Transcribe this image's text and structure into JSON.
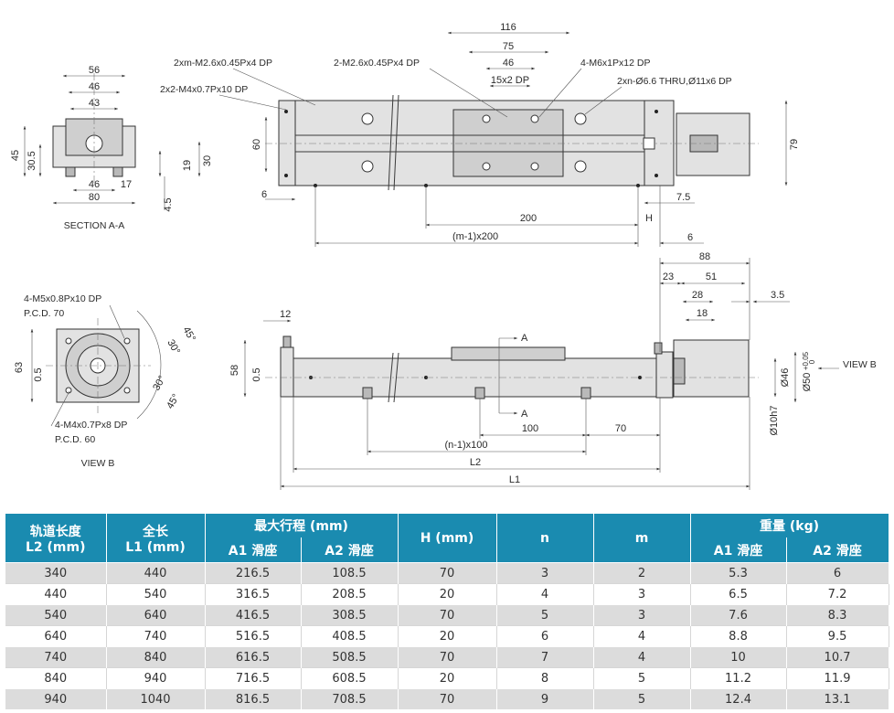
{
  "drawing": {
    "top_view": {
      "dims": [
        "116",
        "75",
        "46",
        "15x2 DP",
        "60",
        "79",
        "6",
        "7.5",
        "H",
        "200",
        "6",
        "(m-1)x200"
      ],
      "notes": [
        "2xm-M2.6x0.45Px4 DP",
        "2x2-M4x0.7Px10 DP",
        "2-M2.6x0.45Px4 DP",
        "4-M6x1Px12 DP",
        "2xn-Ø6.6 THRU,Ø11x6 DP"
      ]
    },
    "section_aa": {
      "dims": [
        "56",
        "46",
        "43",
        "45",
        "30.5",
        "46",
        "17",
        "80",
        "19",
        "30",
        "4.5"
      ],
      "caption": "SECTION A-A"
    },
    "view_b": {
      "dims": [
        "63",
        "0.5",
        "45°",
        "30°",
        "30°",
        "45°"
      ],
      "notes": [
        "4-M5x0.8Px10 DP",
        "P.C.D. 70",
        "4-M4x0.7Px8 DP",
        "P.C.D. 60"
      ],
      "caption": "VIEW B"
    },
    "side_view": {
      "dims": [
        "12",
        "58",
        "0.5",
        "A",
        "A",
        "100",
        "70",
        "(n-1)x100",
        "L2",
        "L1"
      ]
    },
    "end_view": {
      "dims": [
        "88",
        "23",
        "51",
        "28",
        "18",
        "3.5",
        "Ø46",
        "Ø50",
        "+0.05",
        "0",
        "Ø10h7"
      ],
      "label": "VIEW B"
    }
  },
  "table": {
    "headers": {
      "l2": [
        "轨道长度",
        "L2 (mm)"
      ],
      "l1": [
        "全长",
        "L1 (mm)"
      ],
      "stroke": "最大行程 (mm)",
      "stroke_a1": "A1 滑座",
      "stroke_a2": "A2 滑座",
      "h": "H (mm)",
      "n": "n",
      "m": "m",
      "weight": "重量 (kg)",
      "weight_a1": "A1 滑座",
      "weight_a2": "A2 滑座"
    },
    "rows": [
      [
        "340",
        "440",
        "216.5",
        "108.5",
        "70",
        "3",
        "2",
        "5.3",
        "6"
      ],
      [
        "440",
        "540",
        "316.5",
        "208.5",
        "20",
        "4",
        "3",
        "6.5",
        "7.2"
      ],
      [
        "540",
        "640",
        "416.5",
        "308.5",
        "70",
        "5",
        "3",
        "7.6",
        "8.3"
      ],
      [
        "640",
        "740",
        "516.5",
        "408.5",
        "20",
        "6",
        "4",
        "8.8",
        "9.5"
      ],
      [
        "740",
        "840",
        "616.5",
        "508.5",
        "70",
        "7",
        "4",
        "10",
        "10.7"
      ],
      [
        "840",
        "940",
        "716.5",
        "608.5",
        "20",
        "8",
        "5",
        "11.2",
        "11.9"
      ],
      [
        "940",
        "1040",
        "816.5",
        "708.5",
        "70",
        "9",
        "5",
        "12.4",
        "13.1"
      ]
    ]
  }
}
